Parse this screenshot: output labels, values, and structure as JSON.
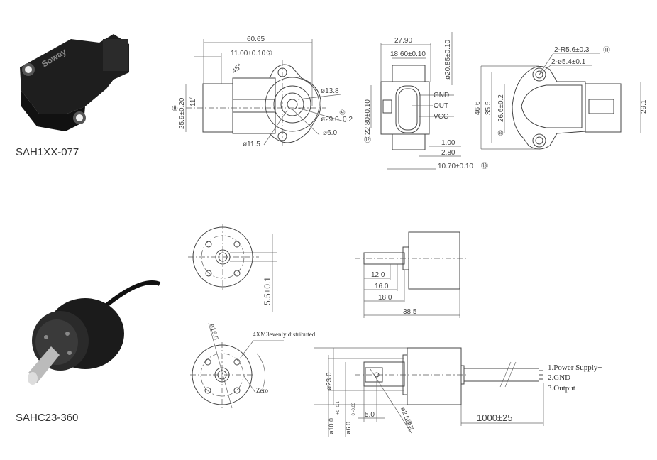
{
  "products": [
    {
      "model": "SAH1XX-077",
      "brand_mark": "Soway"
    },
    {
      "model": "SAHC23-360"
    }
  ],
  "sah1xx": {
    "side": {
      "overall": "60.65",
      "offset": "11.00±0.10",
      "offset_ref": "⑦",
      "angle1": "45°",
      "angle2": "11°",
      "height": "25.9±0.20",
      "height_ref": "⑧",
      "d1": "ø13.8",
      "d2": "ø29.0±0.2",
      "d2_ref": "⑨",
      "d3": "ø6.0",
      "d4": "ø11.5"
    },
    "front": {
      "width": "27.90",
      "inner": "18.60±0.10",
      "dia": "ø20.85±0.10",
      "height": "22.80±0.10",
      "height_ref": "⑫",
      "pins": [
        "GND",
        "OUT",
        "VCC"
      ],
      "d_a": "1.00",
      "d_b": "2.80",
      "d_c": "10.70±0.10",
      "d_c_ref": "⑬"
    },
    "top": {
      "radius": "2-R5.6±0.3",
      "radius_ref": "⑪",
      "holes": "2-ø5.4±0.1",
      "h1": "46.6",
      "h2": "35.5",
      "h3": "26.6±0.2",
      "h3_ref": "⑩",
      "h4": "29.1"
    }
  },
  "sahc23": {
    "flange_top": {
      "dim": "5.5±0.1"
    },
    "side_top": {
      "d1": "12.0",
      "d2": "16.0",
      "d3": "18.0",
      "d4": "38.5"
    },
    "flange_bottom": {
      "pcd": "ø16.5",
      "holes": "4XM3evenly distributed",
      "zero": "Zero"
    },
    "side_bottom": {
      "body_dia": "ø23.0",
      "flange_dia": "ø10.0",
      "flange_tol": "+0 -0.1",
      "shaft_dia": "ø6.0",
      "shaft_tol": "+0 -0.03",
      "flat": "5.0",
      "hole": "ø2.5通孔",
      "cable": "1000±25"
    },
    "wiring": [
      "1.Power Supply+",
      "2.GND",
      "3.Output"
    ]
  }
}
